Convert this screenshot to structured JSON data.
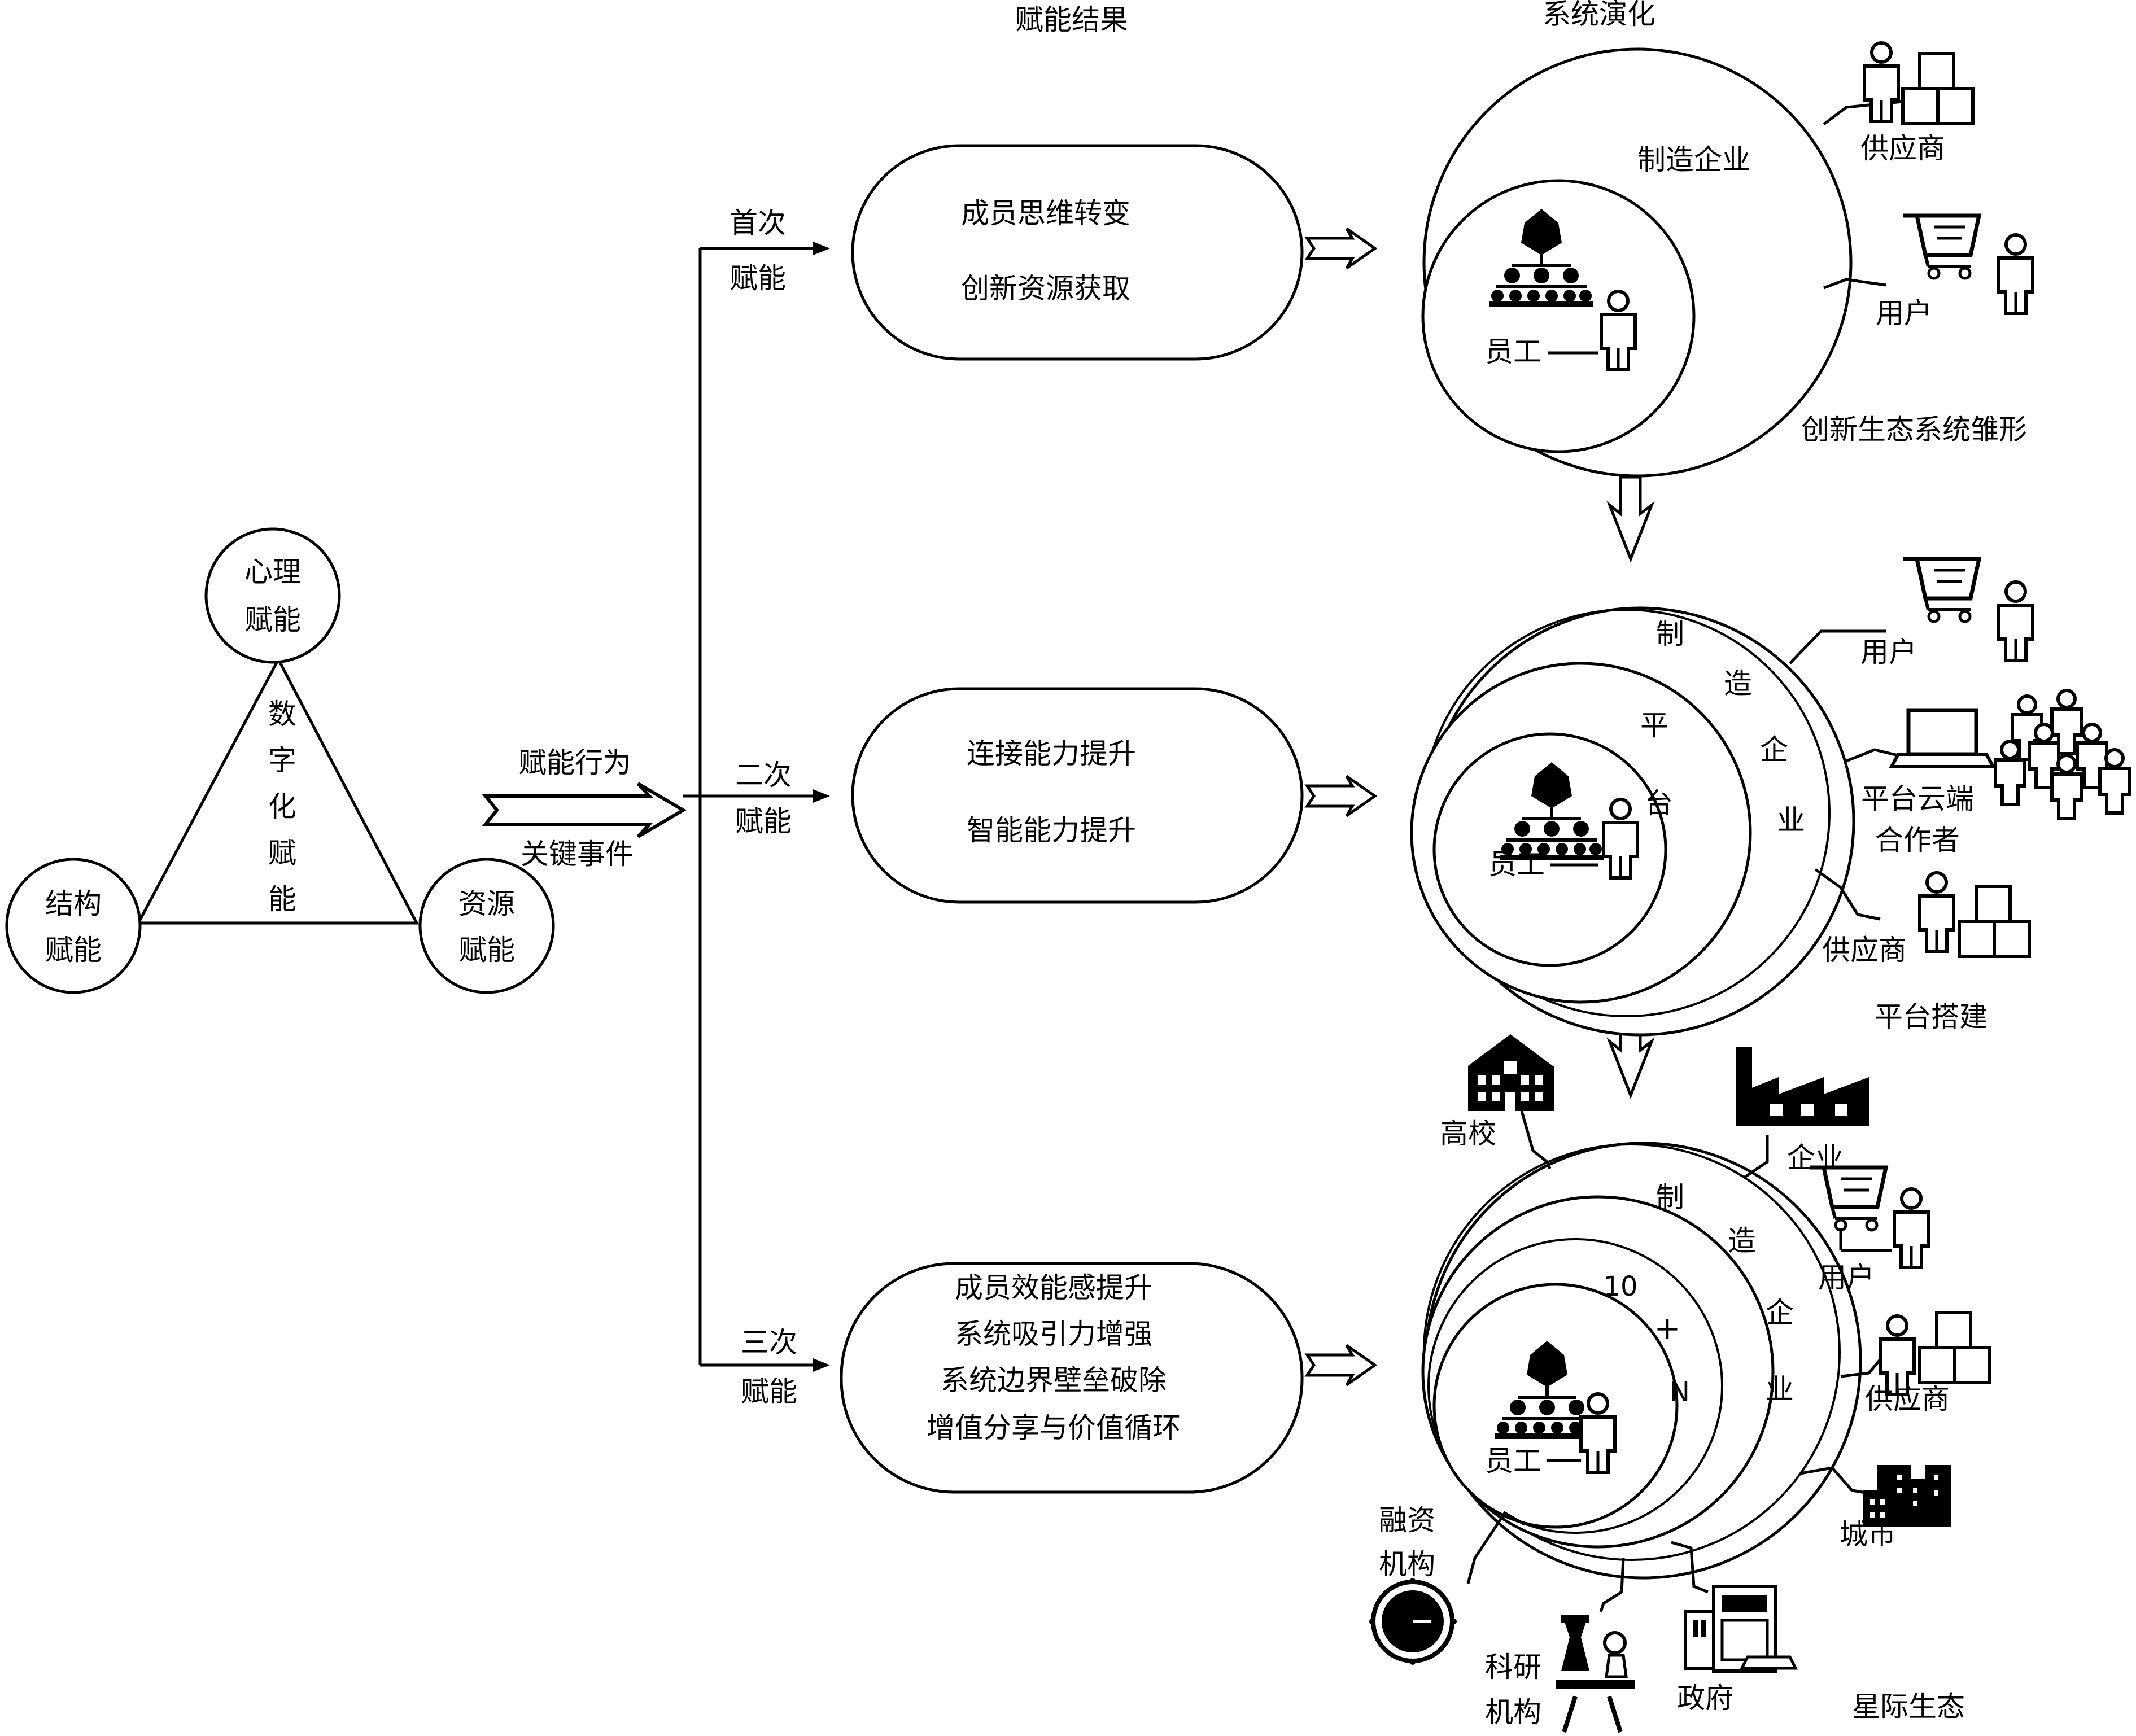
{
  "headers": {
    "results": "赋能结果",
    "evolution": "系统演化"
  },
  "triangle": {
    "top": [
      "心理",
      "赋能"
    ],
    "left": [
      "结构",
      "赋能"
    ],
    "right": [
      "资源",
      "赋能"
    ],
    "center": [
      "数",
      "字",
      "化",
      "赋",
      "能"
    ]
  },
  "action": {
    "top": "赋能行为",
    "bottom": "关键事件"
  },
  "stages": [
    {
      "label": [
        "首次",
        "赋能"
      ],
      "results": [
        "成员思维转变",
        "创新资源获取"
      ]
    },
    {
      "label": [
        "二次",
        "赋能"
      ],
      "results": [
        "连接能力提升",
        "智能能力提升"
      ]
    },
    {
      "label": [
        "三次",
        "赋能"
      ],
      "results": [
        "成员效能感提升",
        "系统吸引力增强",
        "系统边界壁垒破除",
        "增值分享与价值循环"
      ]
    }
  ],
  "system1": {
    "outer": "制造企业",
    "employee": "员工",
    "supplier": "供应商",
    "user": "用户",
    "caption": "创新生态系统雏形"
  },
  "system2": {
    "outer": [
      "制",
      "造",
      "企",
      "业"
    ],
    "middle": [
      "平",
      "台"
    ],
    "employee": "员工",
    "user": "用户",
    "cloud": [
      "平台云端",
      "合作者"
    ],
    "supplier": "供应商",
    "caption": "平台搭建"
  },
  "system3": {
    "outer": [
      "制",
      "造",
      "企",
      "业"
    ],
    "middle": [
      "10",
      "+",
      "N"
    ],
    "employee": "员工",
    "university": "高校",
    "enterprise": "企业",
    "user": "用户",
    "supplier": "供应商",
    "city": "城市",
    "government": "政府",
    "research": [
      "科研",
      "机构"
    ],
    "finance": [
      "融资",
      "机构"
    ],
    "caption": "星际生态"
  },
  "colors": {
    "ink": "#000000",
    "paper": "#ffffff"
  }
}
